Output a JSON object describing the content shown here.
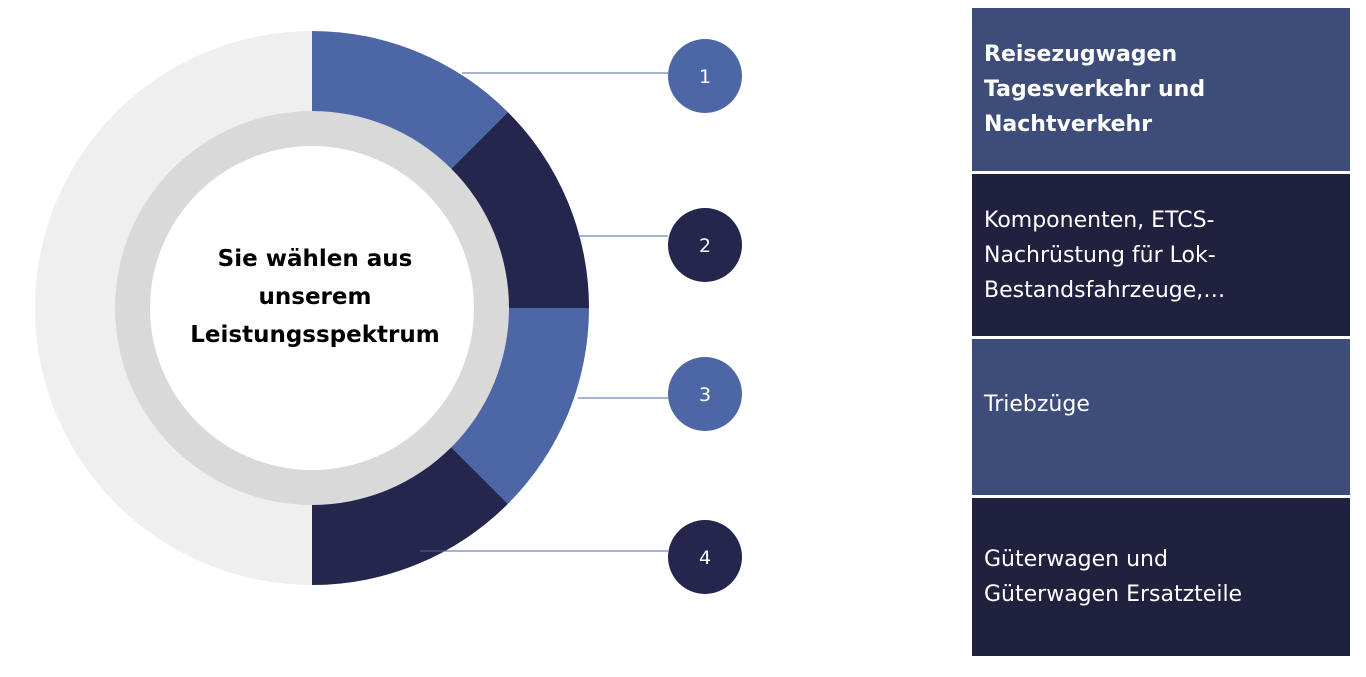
{
  "center": {
    "lines": [
      "Sie wählen aus",
      "unserem",
      "Leistungsspektrum"
    ]
  },
  "markers": [
    {
      "label": "1",
      "color": "#4d67a6"
    },
    {
      "label": "2",
      "color": "#24264d"
    },
    {
      "label": "3",
      "color": "#4d67a6"
    },
    {
      "label": "4",
      "color": "#24264d"
    }
  ],
  "panels": [
    {
      "lines": [
        "Reisezugwagen",
        "Tagesverkehr und",
        "Nachtverkehr"
      ],
      "style": "light-bold",
      "color": "#3e4c7a"
    },
    {
      "lines": [
        "Komponenten, ETCS-",
        "Nachrüstung für Lok-",
        "Bestandsfahrzeuge,…"
      ],
      "style": "dark",
      "color": "#20213f"
    },
    {
      "lines": [
        "Triebzüge"
      ],
      "style": "light",
      "color": "#3e4c7a"
    },
    {
      "lines": [
        "Güterwagen und",
        "Güterwagen Ersatzteile"
      ],
      "style": "dark",
      "color": "#20213f"
    }
  ],
  "colors": {
    "outer_ring": "#efefef",
    "inner_ring": "#d9d9d9",
    "segment_light": "#4d67a6",
    "segment_dark": "#24264d",
    "connector_line": "#4d67a6"
  }
}
